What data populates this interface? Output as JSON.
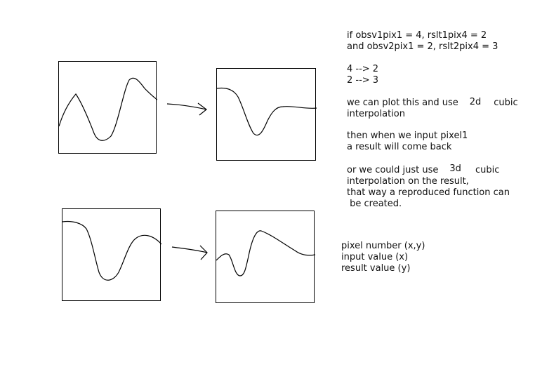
{
  "notes": {
    "block1": [
      "if obsv1pix1 = 4, rslt1pix4 = 2",
      "and obsv2pix1 = 2, rslt2pix4 = 3"
    ],
    "block2": [
      "4 --> 2",
      "2 --> 3"
    ],
    "block3": {
      "line1_pre": "we can plot this and use",
      "tag": "2d",
      "line1_post": "cubic",
      "line2": "interpolation"
    },
    "block4": [
      "then when we input pixel1",
      "a result will come back"
    ],
    "block5": {
      "line1_pre": "or we could just use",
      "tag": "3d",
      "line1_post": "cubic",
      "line2": "interpolation on the result,",
      "line3": "that way a reproduced function can",
      "line4": " be created."
    },
    "legend": [
      "pixel number (x,y)",
      "input value (x)",
      "result value (y)"
    ]
  },
  "colors": {
    "ink": "#111111",
    "background": "#ffffff"
  }
}
